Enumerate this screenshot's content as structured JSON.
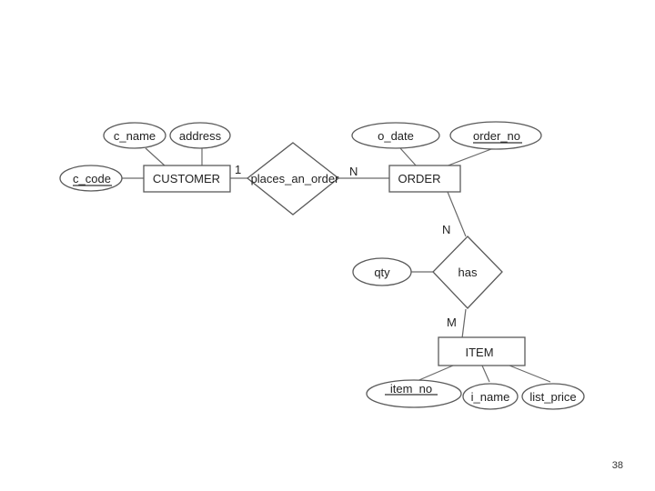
{
  "diagram": {
    "entities": {
      "customer": "CUSTOMER",
      "order": "ORDER",
      "item": "ITEM"
    },
    "relationships": {
      "places_an_order": "places_an_order",
      "has": "has"
    },
    "attributes": {
      "c_name": "c_name",
      "address": "address",
      "c_code": "c_code",
      "o_date": "o_date",
      "order_no": "order_no",
      "qty": "qty",
      "item_no": "item_no",
      "i_name": "i_name",
      "list_price": "list_price"
    },
    "cardinalities": {
      "customer_places": "1",
      "order_places": "N",
      "order_has": "N",
      "item_has": "M"
    }
  },
  "page": {
    "number": "38"
  }
}
